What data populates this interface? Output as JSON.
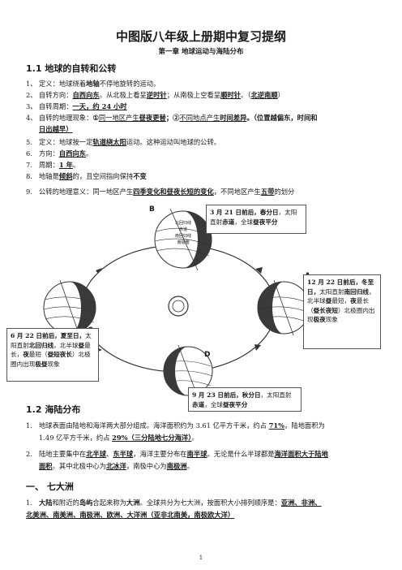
{
  "header": {
    "title": "中图版八年级上册期中复习提纲",
    "chapter": "第一章  地球运动与海陆分布"
  },
  "s1": {
    "heading": "1.1 地球的自转和公转",
    "items": [
      {
        "n": "1、",
        "a": "定义：地球绕着",
        "b": "地轴",
        "c": "不停地旋转的运动。"
      },
      {
        "n": "2、",
        "a": "自转方向：",
        "b": "自西向东",
        "c": "。从北极上看呈",
        "d": "逆时针",
        "e": "；从南极上空看呈",
        "f": "顺时针",
        "g": "。（",
        "h": "北逆南顺",
        "i": "）"
      },
      {
        "n": "3、",
        "a": "自转周期：",
        "b": "一天，约 24 小时"
      },
      {
        "n": "4、",
        "a": "自转的地理现象：",
        "b": "①",
        "c": "同一地区产生",
        "d": "昼夜更替",
        "e": "；②",
        "f": "不同地点产生",
        "g": "时间差异",
        "h": "。（位置越偏东，时间和",
        "i": "日出越早）"
      }
    ],
    "rev": [
      {
        "n": "5.",
        "a": "定义：地球按一定",
        "b": "轨道绕太阳",
        "c": "运动。这种运动叫地球的公转。"
      },
      {
        "n": "6.",
        "a": "方向：",
        "b": "自西向东",
        "c": "。"
      },
      {
        "n": "7.",
        "a": "周期：",
        "b": "1 年",
        "c": "。"
      },
      {
        "n": "8.",
        "a": "地轴是",
        "b": "倾斜",
        "c": "的，且空间指向保持",
        "d": "不变"
      },
      {
        "n": "9.",
        "a": "公转的地理意义：同一地区产生",
        "b": "四季变化和昼夜长短的变化",
        "c": "，不同地区产生",
        "d": "五带",
        "e": "的划分"
      }
    ]
  },
  "diagram": {
    "labels": {
      "a": "A",
      "b": "B",
      "c": "C",
      "d": "D"
    },
    "globe_b": {
      "top": "北回归线",
      "mid1": "赤道",
      "mid2": "南回归线",
      "bottom": "南极圈"
    },
    "box_mar": {
      "a": "3 月 21 日前后，春分日",
      "b": "，太阳直射",
      "c": "赤道",
      "d": "，全球",
      "e": "昼夜平分"
    },
    "box_dec": {
      "a": "12 月 22 日前后，冬至日，",
      "b": "太阳直射",
      "c": "南回归线",
      "d": "，北半球",
      "e": "昼",
      "f": "最短，",
      "g": "夜",
      "h": "最长（",
      "i": "昼长夜短",
      "j": "）北极圈内出现",
      "k": "极夜",
      "l": "现象"
    },
    "box_jun": {
      "a": "6 月 22 日前后，夏至日，",
      "b": "太阳直射",
      "c": "北回归线",
      "d": "，北半球",
      "e": "昼",
      "f": "最长，",
      "g": "夜",
      "h": "最短（",
      "i": "昼短夜长",
      "j": "）北极圈内出现",
      "k": "极昼",
      "l": "现象"
    },
    "box_sep": {
      "a": "9 月 23 日前后，秋分日",
      "b": "，太阳直射",
      "c": "赤道",
      "d": "，全球",
      "e": "昼夜平分"
    }
  },
  "s2": {
    "heading": "1.2   海陆分布",
    "p1": {
      "n": "1.",
      "a": "地球表面由陆地和海洋两大部分组成。海洋面积约为 3.61 亿平方千米，约占 ",
      "b": "71%",
      "c": "，陆地面积为",
      "d": "1.49 亿平方千米，约占 ",
      "e": "29%（三分陆地七分海洋）",
      "f": "。"
    },
    "p2": {
      "n": "2.",
      "a": "陆地主要集中在",
      "b": "北半球",
      "c": "、",
      "d": "东半球",
      "e": "，海洋主要分布在",
      "f": "南半球",
      "g": "。无论是什么半球都是",
      "h": "海洋面积大于陆地",
      "i": "面积",
      "j": "。其中北极中心为",
      "k": "北冰洋",
      "l": "，南极中心为",
      "m": "南极洲",
      "n2": "。"
    }
  },
  "s3": {
    "heading": "一、   七大洲",
    "p1": {
      "n": "1.",
      "a": "大陆",
      "b": "和附近的",
      "c": "岛屿",
      "d": "合起来称为",
      "e": "大洲",
      "f": "。全球共分为七大洲，按面积大小排列顺序是：",
      "g": "亚洲、非洲、",
      "h": "北美洲、南美洲、南极洲、欧洲、大洋洲（亚非北南美，南极欧大洋）"
    }
  },
  "footer": {
    "page": "1"
  }
}
